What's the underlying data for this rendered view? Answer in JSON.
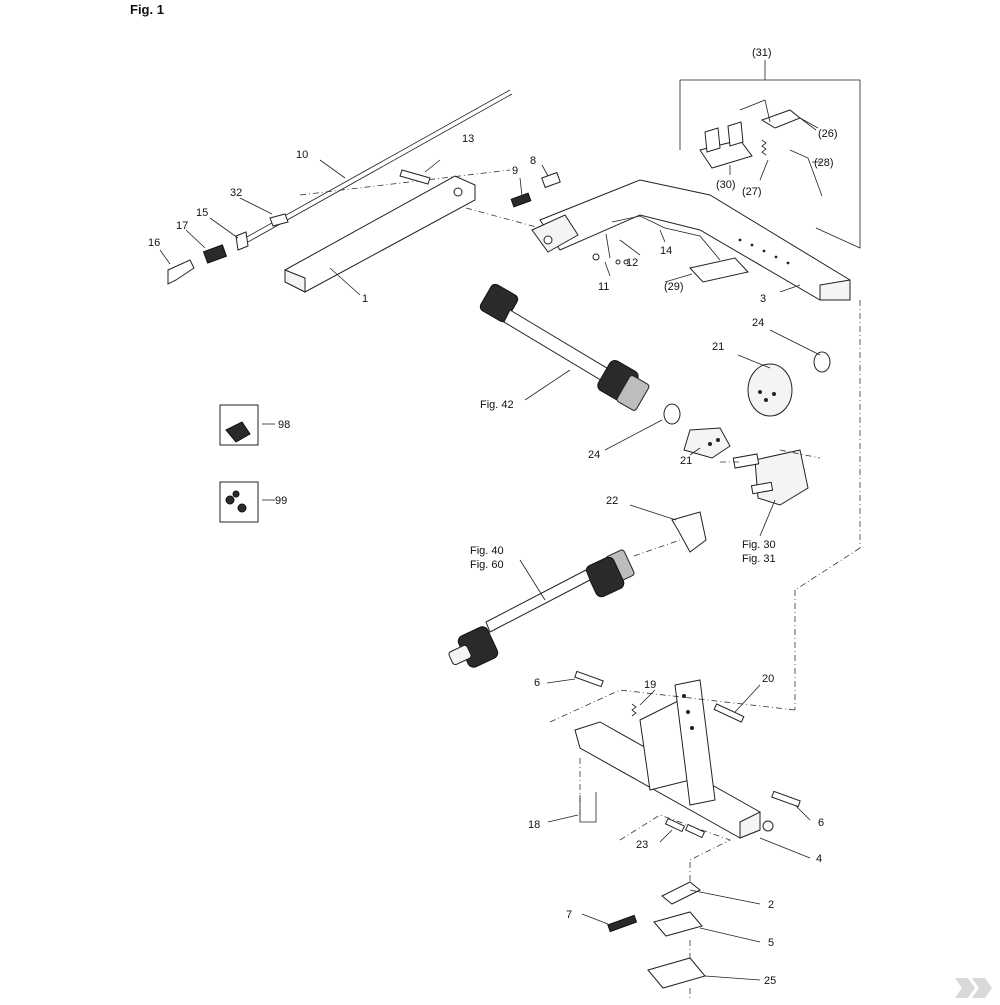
{
  "figure_title": "Fig. 1",
  "labels": {
    "p1": "1",
    "p2": "2",
    "p3": "3",
    "p4": "4",
    "p5": "5",
    "p6a": "6",
    "p6b": "6",
    "p7": "7",
    "p8": "8",
    "p9": "9",
    "p10": "10",
    "p11": "11",
    "p12": "12",
    "p13": "13",
    "p14": "14",
    "p15": "15",
    "p16": "16",
    "p17": "17",
    "p18": "18",
    "p19": "19",
    "p20": "20",
    "p21a": "21",
    "p21b": "21",
    "p22": "22",
    "p23": "23",
    "p24a": "24",
    "p24b": "24",
    "p25": "25",
    "p26": "(26)",
    "p27": "(27)",
    "p28": "(28)",
    "p29": "(29)",
    "p30": "(30)",
    "p31": "(31)",
    "p32": "32",
    "p98": "98",
    "p99": "99",
    "fig42": "Fig. 42",
    "fig30": "Fig. 30",
    "fig31": "Fig. 31",
    "fig40": "Fig. 40",
    "fig60": "Fig. 60"
  }
}
